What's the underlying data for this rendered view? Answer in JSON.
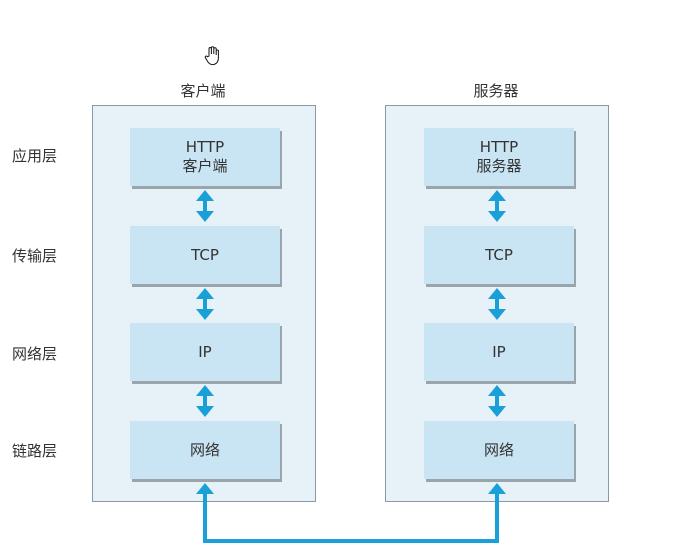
{
  "columns": {
    "client": {
      "title": "客户端"
    },
    "server": {
      "title": "服务器"
    }
  },
  "layers": [
    {
      "label": "应用层"
    },
    {
      "label": "传输层"
    },
    {
      "label": "网络层"
    },
    {
      "label": "链路层"
    }
  ],
  "client_boxes": [
    {
      "line1": "HTTP",
      "line2": "客户端"
    },
    {
      "line1": "TCP",
      "line2": ""
    },
    {
      "line1": "IP",
      "line2": ""
    },
    {
      "line1": "网络",
      "line2": ""
    }
  ],
  "server_boxes": [
    {
      "line1": "HTTP",
      "line2": "服务器"
    },
    {
      "line1": "TCP",
      "line2": ""
    },
    {
      "line1": "IP",
      "line2": ""
    },
    {
      "line1": "网络",
      "line2": ""
    }
  ],
  "colors": {
    "arrow": "#1aa0d8",
    "box_fill": "#c9e4f3",
    "panel_fill": "#e6f2f8"
  },
  "icons": {
    "cursor": "hand-cursor-icon"
  }
}
